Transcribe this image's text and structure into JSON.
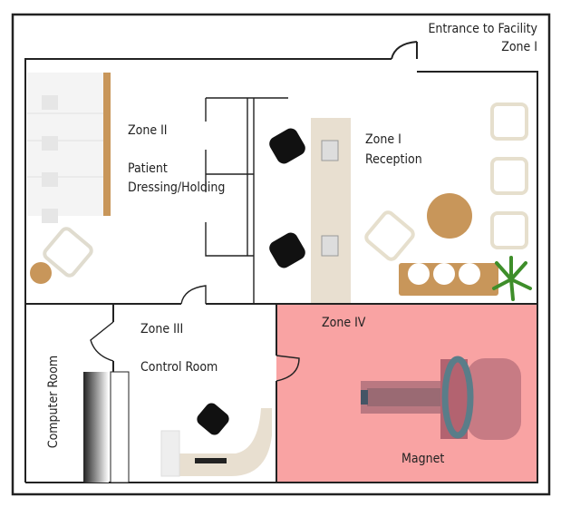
{
  "labels": {
    "entrance": "Entrance to Facility",
    "entrance_zone": "Zone I",
    "zone2": "Zone II",
    "zone2_desc_1": "Patient",
    "zone2_desc_2": "Dressing/Holding",
    "zone1": "Zone I",
    "zone1_desc": "Reception",
    "zone3": "Zone III",
    "zone3_desc": "Control Room",
    "zone4": "Zone IV",
    "computer_room": "Computer Room",
    "magnet": "Magnet"
  },
  "colors": {
    "zone4_fill": "#f9a3a3",
    "wall": "#222222",
    "desk": "#e8dfd0",
    "wood": "#c8965a"
  }
}
